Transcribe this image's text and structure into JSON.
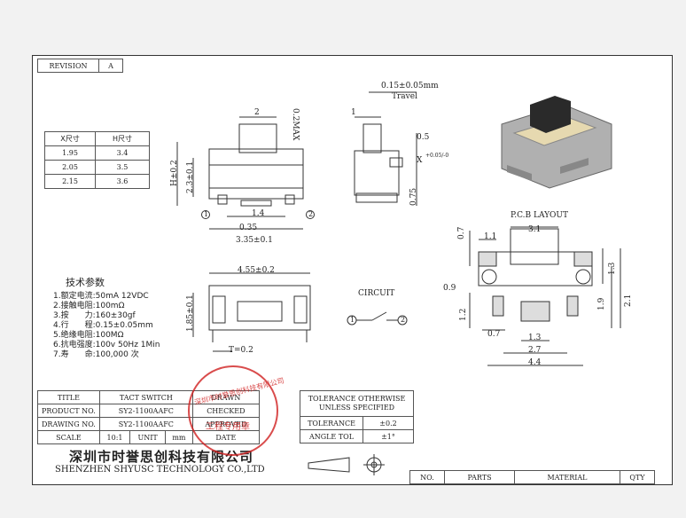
{
  "revision": {
    "label": "REVISION",
    "value": "A"
  },
  "dims_table": {
    "headers": [
      "X尺寸",
      "H尺寸"
    ],
    "rows": [
      [
        "1.95",
        "3.4"
      ],
      [
        "2.05",
        "3.5"
      ],
      [
        "2.15",
        "3.6"
      ]
    ]
  },
  "front_view": {
    "top_width": "2",
    "right_dim": "0.2MAX",
    "height_label": "H±0.2",
    "inner_label": "2.3±0.1",
    "pin_width": "1.4",
    "offset": "0.35",
    "base_width": "3.35±0.1",
    "marker_left": "1",
    "marker_right": "2"
  },
  "side_view": {
    "travel_value": "0.15±0.05mm",
    "travel_label": "Travel",
    "top_dim": "1",
    "mid_dim": "0.5",
    "x_label": "X",
    "x_tol": "+0.05/-0",
    "bottom_dim": "0.75"
  },
  "top_view": {
    "width": "4.55±0.2",
    "left_dim": "1.85±0.1",
    "thickness": "T=0.2"
  },
  "circuit": {
    "title": "CIRCUIT",
    "pin1": "1",
    "pin2": "2"
  },
  "pcb": {
    "title": "P.C.B LAYOUT",
    "top_width": "3.1",
    "left_top": "0.7",
    "left_top2": "1.1",
    "hole": "0.9",
    "right_top": "1.3",
    "right_mid": "1.9",
    "right_outer": "2.1",
    "left_mid": "1.2",
    "bottom_left": "0.7",
    "bottom_mid": "1.3",
    "bottom_span": "2.7",
    "bottom_total": "4.4"
  },
  "specs": {
    "title": "技术参数",
    "items": [
      "1.额定电流:50mA 12VDC",
      "2.接触电阻:100mΩ",
      "3.按　　力:160±30gf",
      "4.行　　程:0.15±0.05mm",
      "5.绝缘电阻:100MΩ",
      "6.抗电强度:100v 50Hz 1Min",
      "7.寿　　命:100,000 次"
    ]
  },
  "title_block": {
    "title_label": "TITLE",
    "title_value": "TACT SWITCH",
    "drawn_label": "DRAWN",
    "product_label": "PRODUCT NO.",
    "product_value": "SY2-1100AAFC",
    "checked_label": "CHECKED",
    "drawing_label": "DRAWING NO.",
    "drawing_value": "SY2-1100AAFC",
    "approved_label": "APPROVED",
    "scale_label": "SCALE",
    "scale_value": "10:1",
    "unit_label": "UNIT",
    "unit_value": "mm",
    "date_label": "DATE",
    "tolerance_title": "TOLERANCE OTHERWISE UNLESS SPECIFIED",
    "tolerance_label": "TOLERANCE",
    "tolerance_value": "±0.2",
    "angle_label": "ANGLE TOL",
    "angle_value": "±1°",
    "company_cn": "深圳市时誉思创科技有限公司",
    "company_en": "SHENZHEN SHYUSC TECHNOLOGY CO.,LTD",
    "parts_headers": [
      "NO.",
      "PARTS",
      "MATERIAL",
      "QTY"
    ]
  },
  "stamp": {
    "text": "深圳市时誉思创科技有限公司",
    "sub": "工程专用章"
  },
  "colors": {
    "stamp": "#d02020",
    "line": "#333333"
  }
}
